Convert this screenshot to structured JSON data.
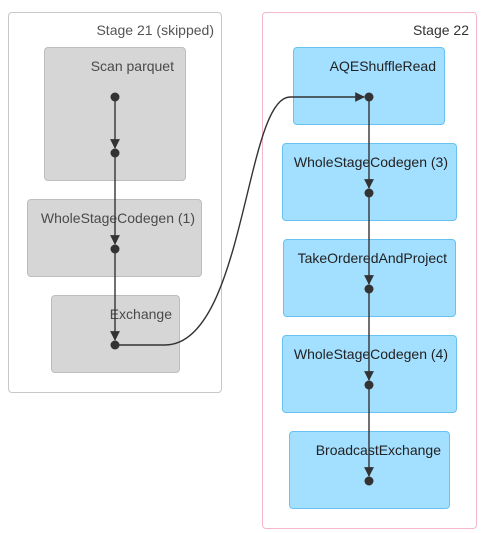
{
  "stages": [
    {
      "title": "Stage 21 (skipped)",
      "skipped": true,
      "nodes": [
        {
          "label": "Scan parquet"
        },
        {
          "label": "WholeStageCodegen (1)"
        },
        {
          "label": "Exchange"
        }
      ]
    },
    {
      "title": "Stage 22",
      "skipped": false,
      "nodes": [
        {
          "label": "AQEShuffleRead"
        },
        {
          "label": "WholeStageCodegen (3)"
        },
        {
          "label": "TakeOrderedAndProject"
        },
        {
          "label": "WholeStageCodegen (4)"
        },
        {
          "label": "BroadcastExchange"
        }
      ]
    }
  ],
  "colors": {
    "skipped_node_fill": "#d6d6d6",
    "active_node_fill": "#a3dfff",
    "active_stage_border": "#f4b6c8",
    "edge": "#333333"
  }
}
